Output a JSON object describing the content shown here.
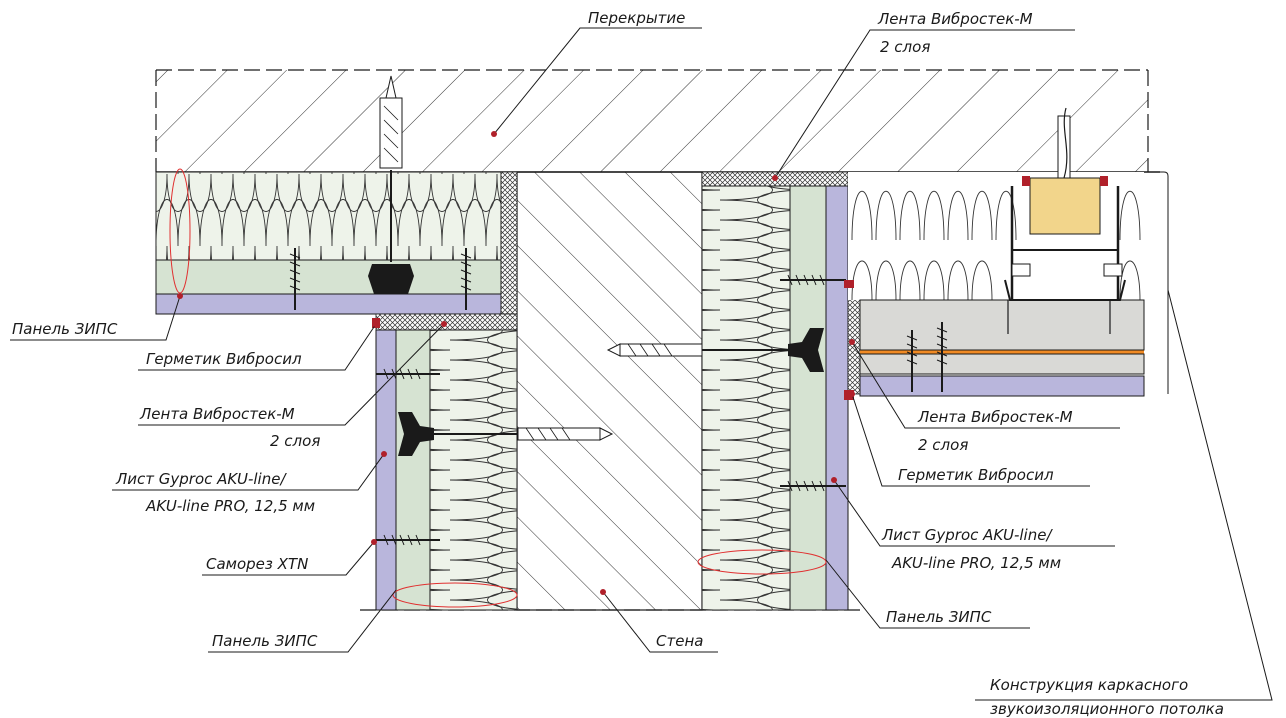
{
  "labels": {
    "perekrytie": "Перекрытие",
    "tape_top_1": "Лента Вибростек-М",
    "tape_top_2": "2 слоя",
    "panel_left": "Панель ЗИПС",
    "sealant_left": "Герметик Вибросил",
    "tape_left_1": "Лента Вибростек-М",
    "tape_left_2": "2 слоя",
    "sheet_left_1": "Лист Gyproc AKU-line/",
    "sheet_left_2": "AKU-line PRO, 12,5 мм",
    "screw": "Саморез XTN",
    "panel_bottom_left": "Панель ЗИПС",
    "wall": "Стена",
    "tape_right_1": "Лента Вибростек-М",
    "tape_right_2": "2 слоя",
    "sealant_right": "Герметик Вибросил",
    "sheet_right_1": "Лист Gyproc AKU-line/",
    "sheet_right_2": "AKU-line PRO, 12,5 мм",
    "panel_right": "Панель ЗИПС",
    "ceiling_1": "Конструкция каркасного",
    "ceiling_2": "звукоизоляционного потолка"
  },
  "colors": {
    "gypsum_board": "#b9b6dc",
    "fiber_board": "#d6e3d2",
    "wool": "#eaf2e4",
    "hanger": "#f2d58b",
    "ceiling_plate": "#d9d9d6",
    "orange_strip": "#f08a24",
    "marker": "#b0202a"
  }
}
